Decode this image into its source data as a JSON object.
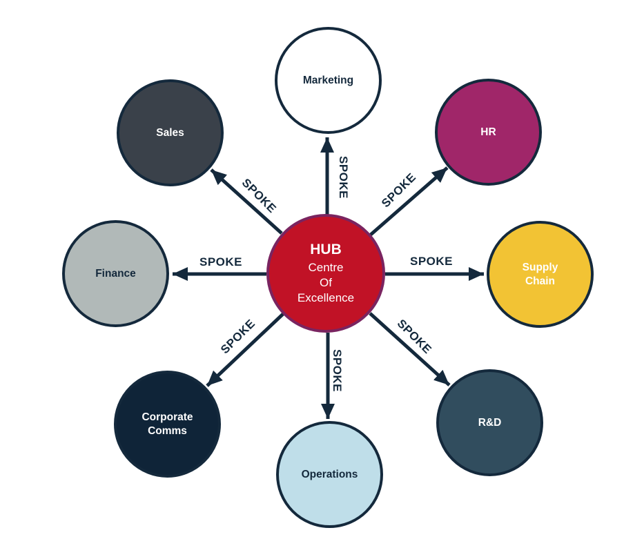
{
  "diagram": {
    "hub": {
      "title": "HUB",
      "subtitle_lines": [
        "Centre",
        "Of",
        "Excellence"
      ],
      "fill": "#C11226",
      "border_color": "#7A2460",
      "text_color": "#FFFFFF"
    },
    "colors": {
      "line": "#14293C",
      "background": "#FFFFFF"
    },
    "spokes": [
      {
        "direction": "top",
        "label": "SPOKE",
        "to": "Marketing"
      },
      {
        "direction": "top-right",
        "label": "SPOKE",
        "to": "HR"
      },
      {
        "direction": "right",
        "label": "SPOKE",
        "to": "Supply Chain"
      },
      {
        "direction": "bottom-right",
        "label": "SPOKE",
        "to": "R&D"
      },
      {
        "direction": "bottom",
        "label": "SPOKE",
        "to": "Operations"
      },
      {
        "direction": "bottom-left",
        "label": "SPOKE",
        "to": "Corporate Comms"
      },
      {
        "direction": "left",
        "label": "SPOKE",
        "to": "Finance"
      },
      {
        "direction": "top-left",
        "label": "SPOKE",
        "to": "Sales"
      }
    ],
    "nodes": [
      {
        "label": "Marketing",
        "fill": "#FFFFFF",
        "text_color": "#14293C"
      },
      {
        "label": "Sales",
        "fill": "#3A414A",
        "text_color": "#FFFFFF"
      },
      {
        "label": "HR",
        "fill": "#A02669",
        "text_color": "#FFFFFF"
      },
      {
        "label": "Finance",
        "fill": "#B1B9B8",
        "text_color": "#14293C"
      },
      {
        "label": "Supply Chain",
        "fill": "#F2C334",
        "text_color": "#FFFFFF"
      },
      {
        "label": "R&D",
        "fill": "#314D5E",
        "text_color": "#FFFFFF"
      },
      {
        "label": "Corporate Comms",
        "fill": "#0F2438",
        "text_color": "#FFFFFF"
      },
      {
        "label": "Operations",
        "fill": "#BFDEE9",
        "text_color": "#14293C"
      }
    ]
  }
}
